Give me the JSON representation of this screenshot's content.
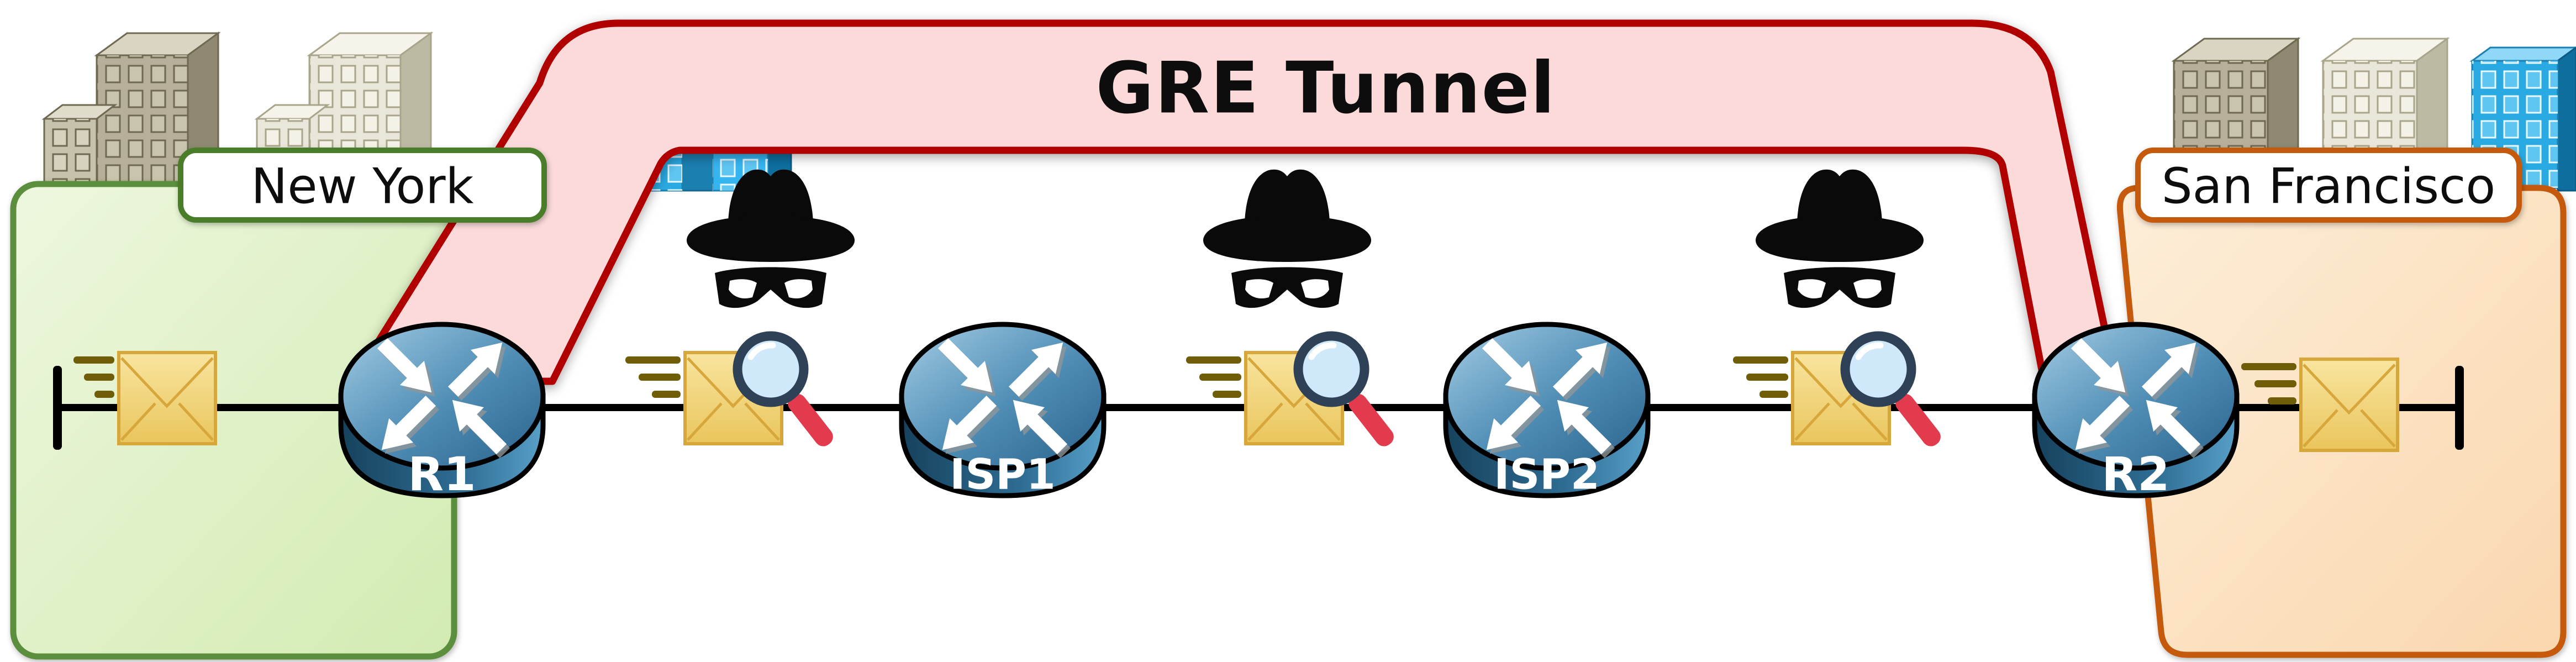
{
  "title": {
    "label": "GRE Tunnel"
  },
  "sites": {
    "left": {
      "name": "New York"
    },
    "right": {
      "name": "San Francisco"
    }
  },
  "routers": {
    "r1": {
      "label": "R1"
    },
    "isp1": {
      "label": "ISP1"
    },
    "isp2": {
      "label": "ISP2"
    },
    "r2": {
      "label": "R2"
    }
  },
  "icons": {
    "eavesdropper": "spy-hat-and-mask-icon",
    "packet": "envelope-icon",
    "inspection": "magnifying-glass-icon",
    "router": "cisco-router-cylinder-icon",
    "buildings": "city-buildings-icon",
    "line_end": "terminator-bar"
  },
  "colors": {
    "tunnel_fill": "#fcdada",
    "tunnel_border": "#b00404",
    "site_left_fill": "#ddefc5",
    "site_left_border": "#5b8f3c",
    "site_right_fill": "#fce3c0",
    "site_right_border": "#c55a11",
    "router_blue_dark": "#1b4763",
    "router_blue_light": "#8ec0de",
    "envelope_fill": "#f3d87d",
    "envelope_border": "#d7a73c",
    "magnifier_ring": "#2e4156",
    "magnifier_glass": "#cfe9fa",
    "magnifier_handle": "#e23b4e",
    "spy_black": "#0a0a0a",
    "speed_line": "#6f5d08",
    "network_line": "#000000"
  }
}
